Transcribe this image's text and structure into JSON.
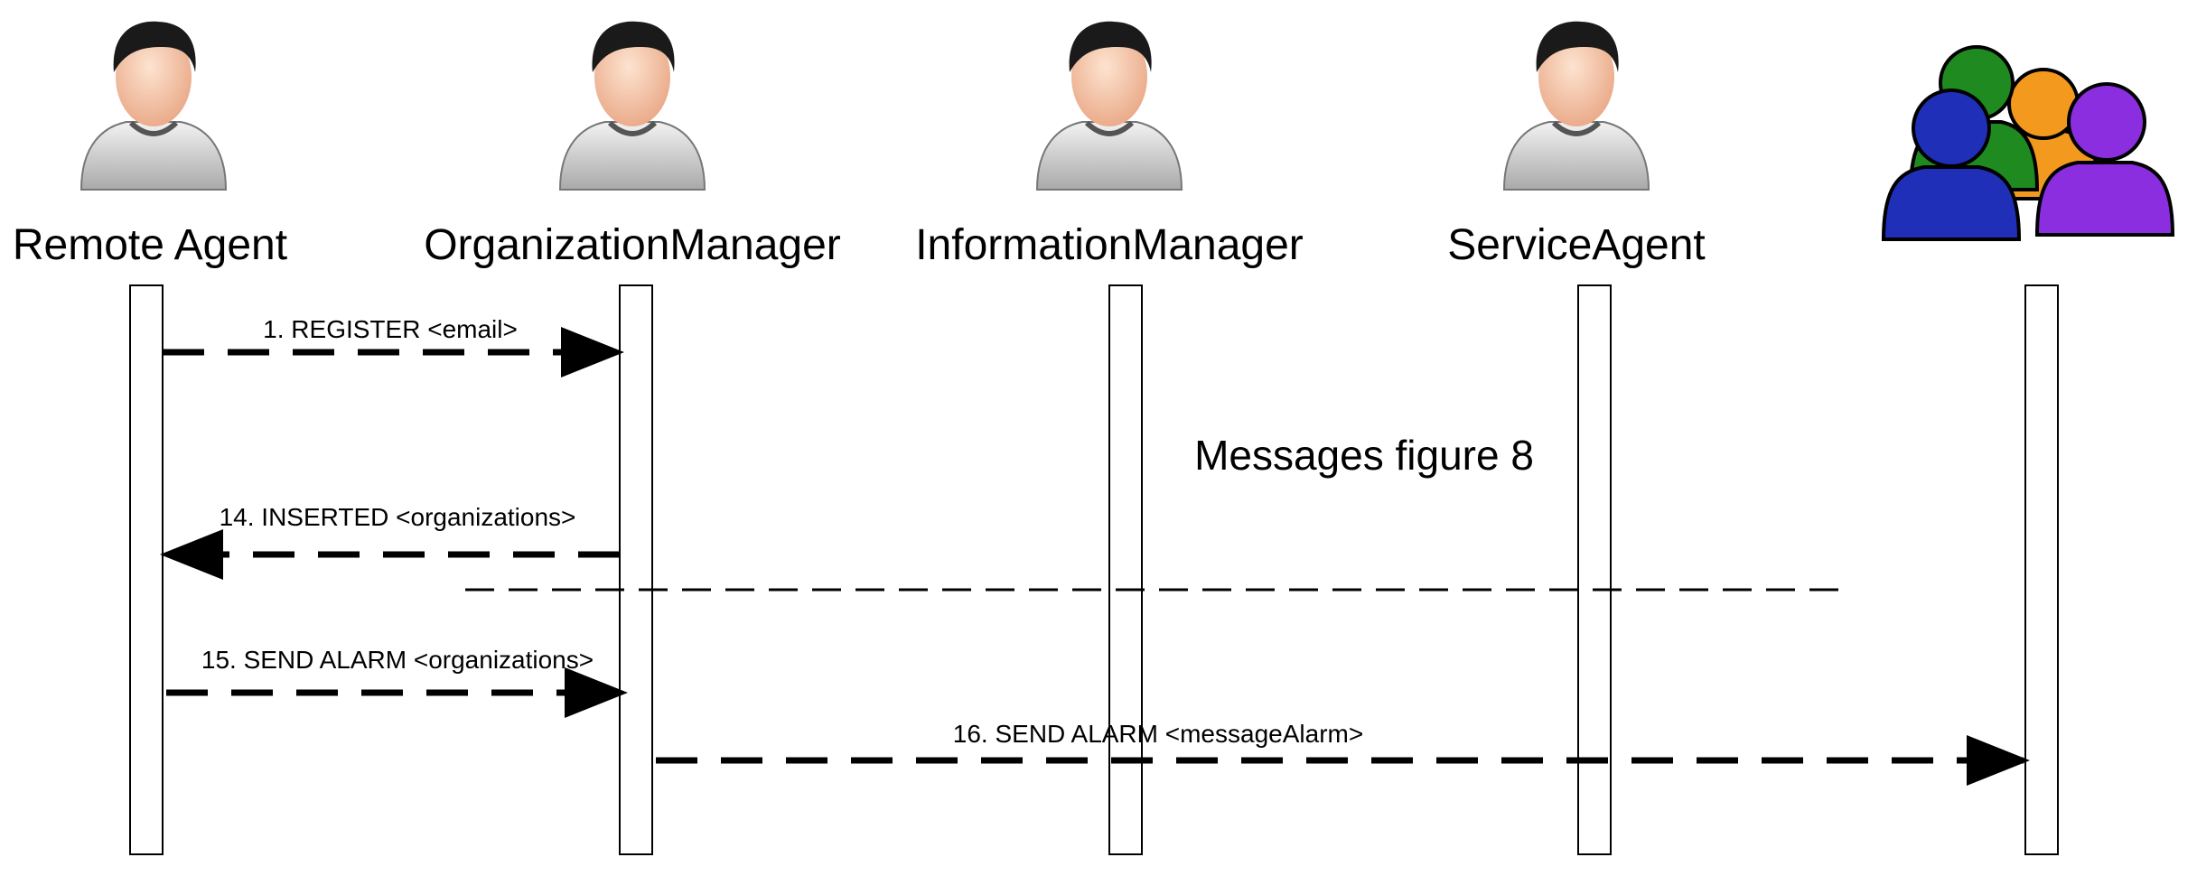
{
  "actors": [
    {
      "id": "remote-agent",
      "label": "Remote Agent",
      "icon": "person-icon"
    },
    {
      "id": "organization-manager",
      "label": "OrganizationManager",
      "icon": "person-icon"
    },
    {
      "id": "information-manager",
      "label": "InformationManager",
      "icon": "person-icon"
    },
    {
      "id": "service-agent",
      "label": "ServiceAgent",
      "icon": "person-icon"
    },
    {
      "id": "organizations",
      "label": "",
      "icon": "group-icon"
    }
  ],
  "colors": {
    "skin": "#f4c3a4",
    "hair": "#1a1a1a",
    "shirt": "#d9d9d9",
    "group_blue": "#1f2fb8",
    "group_green": "#1f8a1f",
    "group_orange": "#f39a1e",
    "group_purple": "#8a2ee0"
  },
  "note": "Messages figure 8",
  "messages": [
    {
      "label": "1. REGISTER <email>",
      "from": "Remote Agent",
      "to": "OrganizationManager"
    },
    {
      "label": "14. INSERTED <organizations>",
      "from": "OrganizationManager",
      "to": "Remote Agent"
    },
    {
      "label": "15. SEND ALARM  <organizations>",
      "from": "Remote Agent",
      "to": "OrganizationManager"
    },
    {
      "label": "16. SEND ALARM  <messageAlarm>",
      "from": "OrganizationManager",
      "to": "Organizations"
    }
  ]
}
